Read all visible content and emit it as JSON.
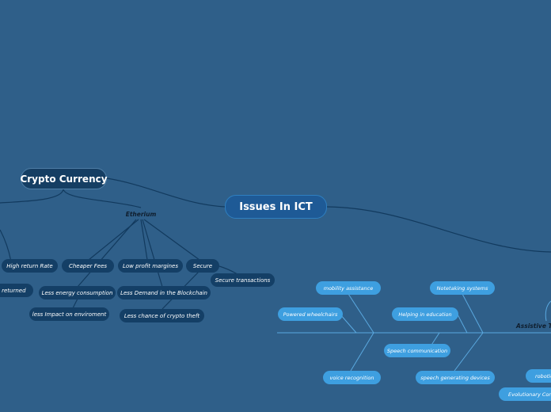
{
  "central_topic": "Issues In ICT",
  "crypto": {
    "title": "Crypto Currency",
    "ethereum": "Etherium",
    "items": [
      "High return Rate",
      "Cheaper Fees",
      "Low profit margines",
      "Secure",
      "Secure transactions",
      "Less energy consumption",
      "Less Demand in the Blockchain",
      "less Impact on enviroment",
      "Less chance of crypto theft"
    ],
    "cut_off_item": "ey returned"
  },
  "assistive": {
    "title_partial": "Assistive Te",
    "items": [
      "mobility assistance",
      "Notetaking systems",
      "Powered wheelchairs",
      "Helping in education",
      "Speech communication",
      "voice recognition",
      "speech generating devices",
      "robotic",
      "Evolutionary Comp"
    ]
  },
  "colors": {
    "background": "#2f5f89",
    "central_topic": "#1e5a96",
    "main_topic": "#153e63",
    "dark_subtopic": "#143f66",
    "light_subtopic": "#3e9fe0",
    "connector": "#123a5e",
    "light_connector": "#5aa9e0"
  }
}
